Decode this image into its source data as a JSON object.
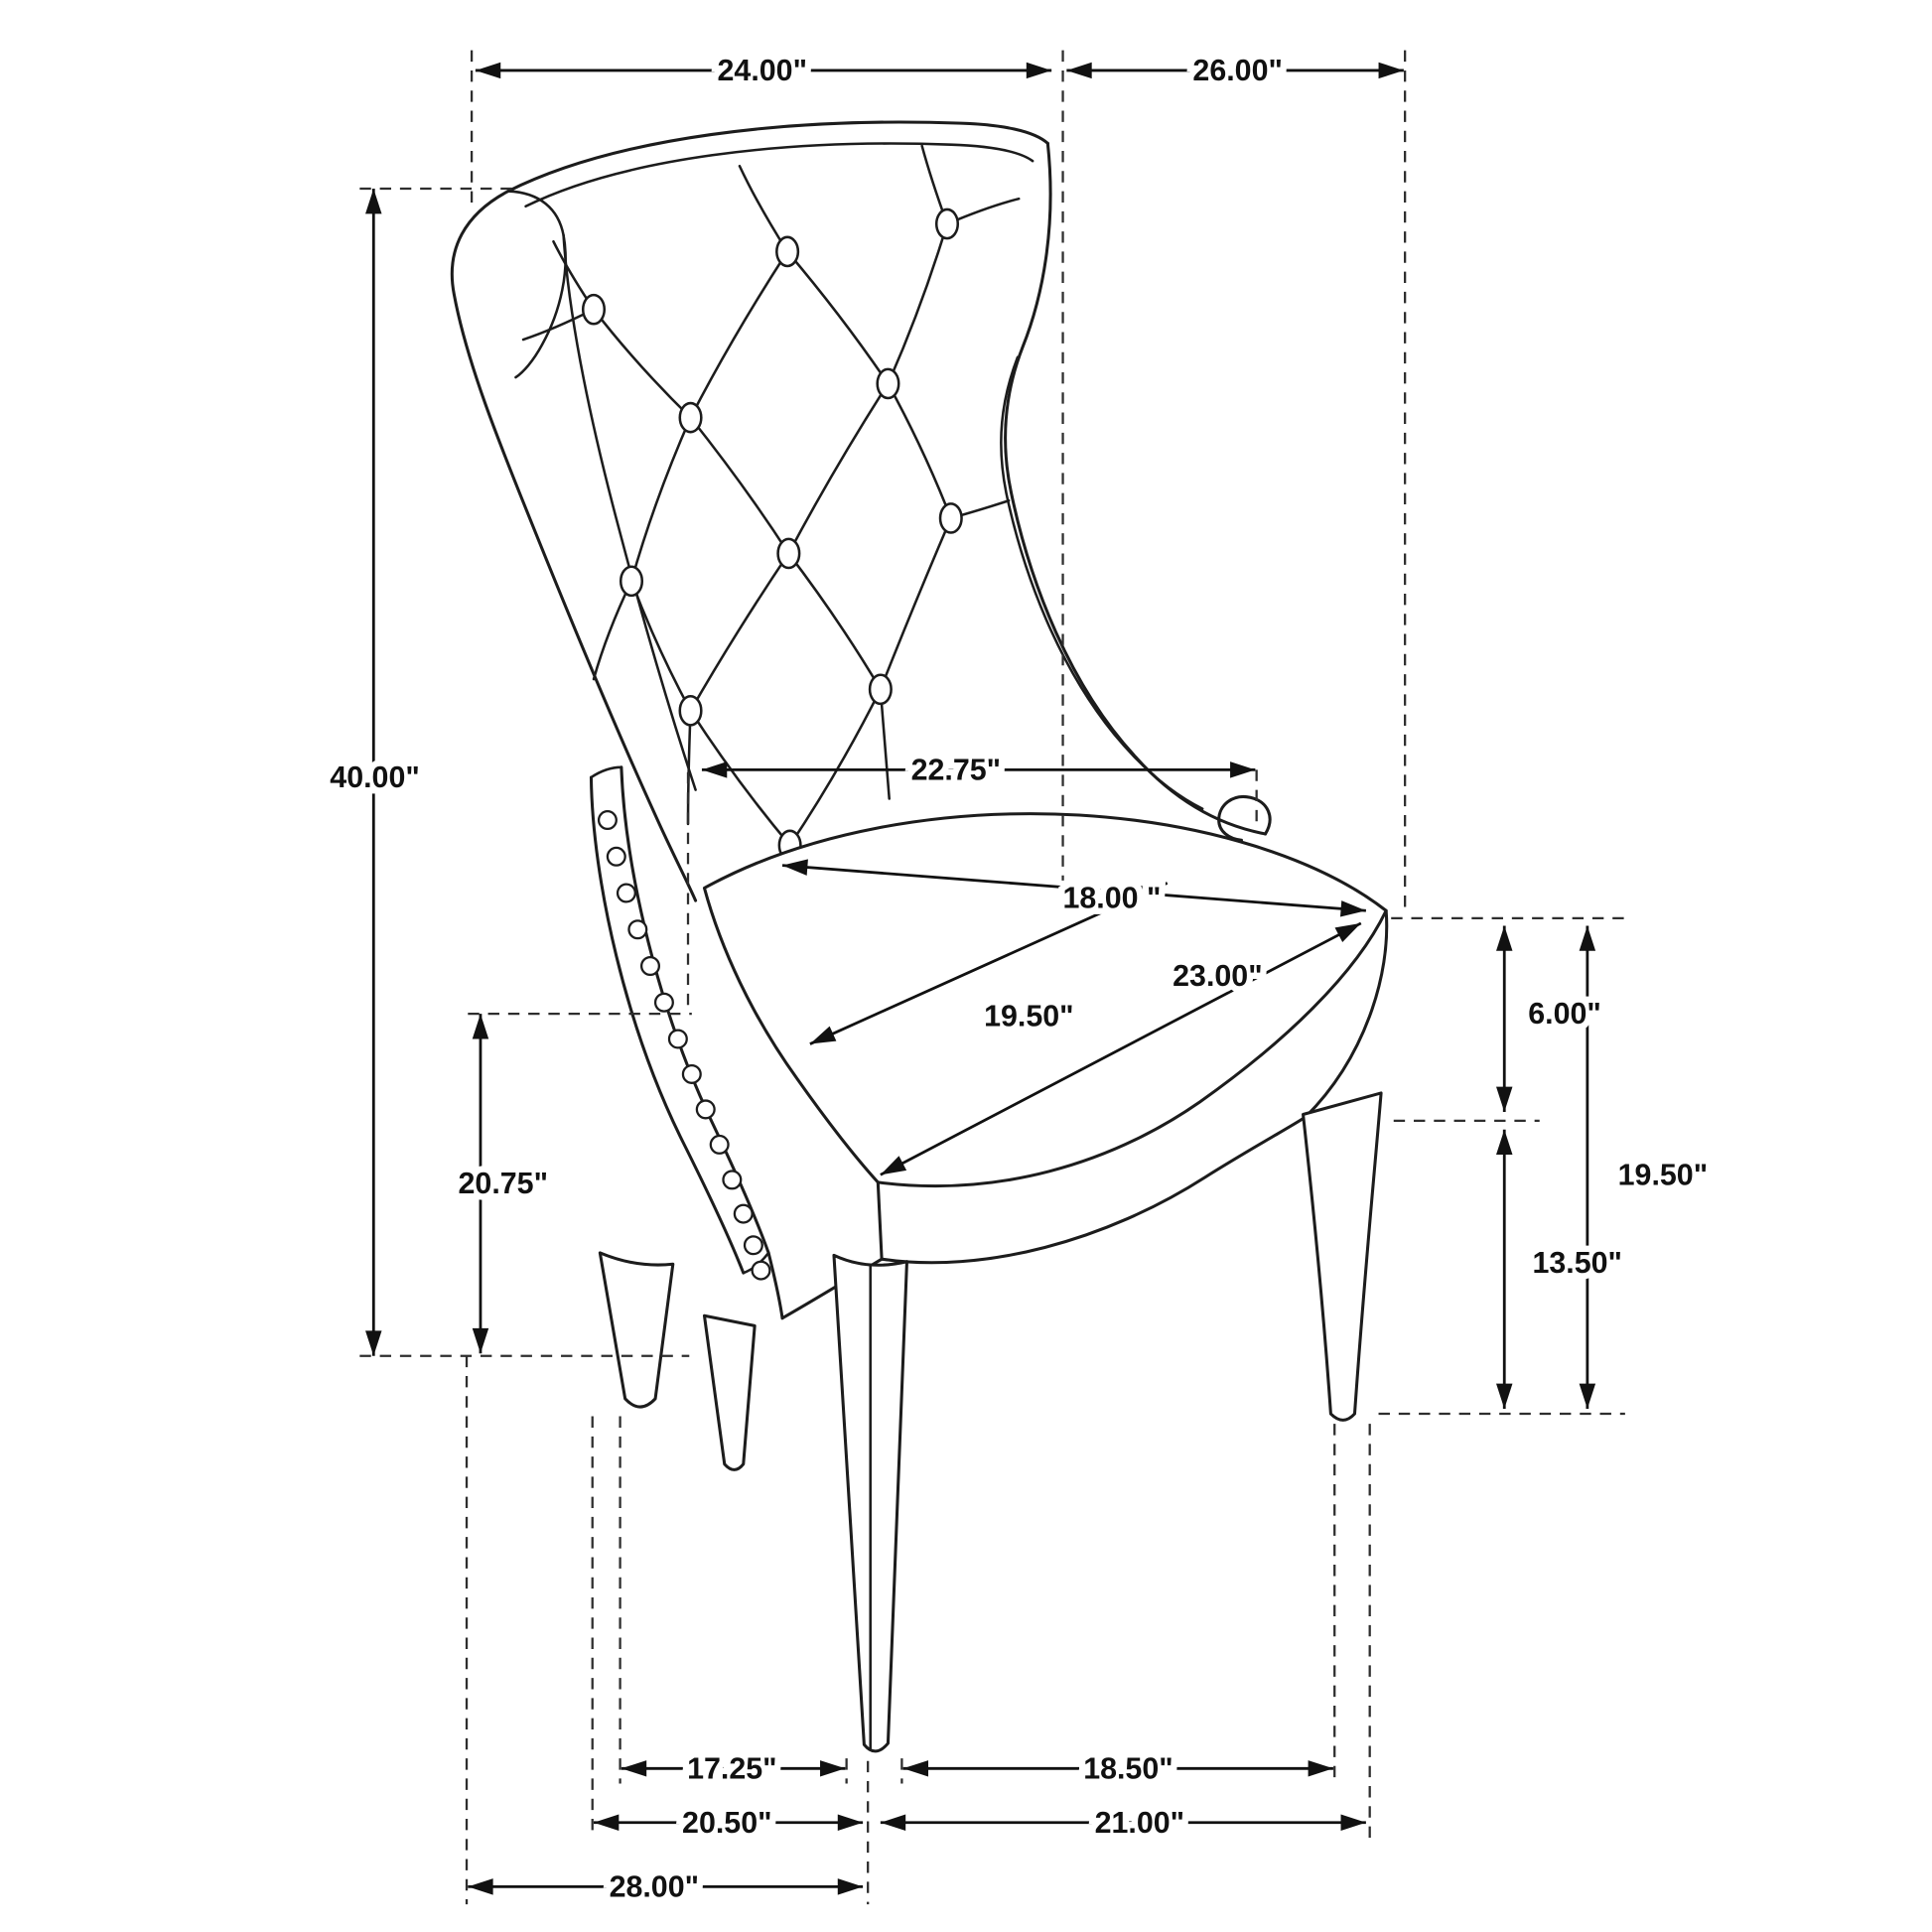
{
  "diagram": {
    "colors": {
      "ink": "#1a1a1a",
      "background": "#ffffff"
    },
    "labels": {
      "back_width_top": "24.00\"",
      "overall_depth_top": "26.00\"",
      "overall_height": "40.00\"",
      "back_width_at_seat": "22.75\"",
      "seat_width": "18.00 \"",
      "seat_surface_diagonal": "23.00\"",
      "seat_depth": "19.50\"",
      "cushion_thickness": "6.00\"",
      "floor_to_seat_height": "19.50\"",
      "leg_height": "13.50\"",
      "floor_to_arm_height": "20.75\"",
      "front_legs_inner_span": "17.25\"",
      "side_legs_inner_span": "18.50\"",
      "front_legs_outer_span": "20.50\"",
      "side_legs_outer_span": "21.00\"",
      "overall_depth_bottom": "28.00\""
    }
  }
}
